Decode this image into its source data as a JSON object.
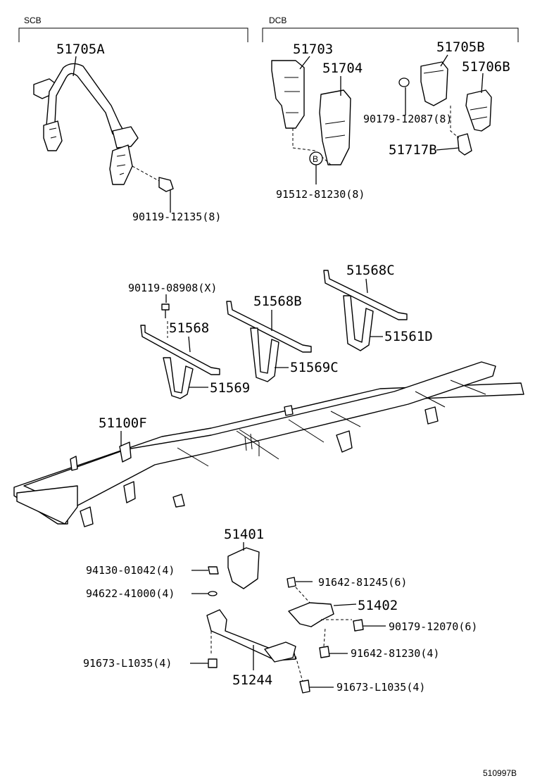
{
  "sections": {
    "left": "SCB",
    "right": "DCB"
  },
  "parts": {
    "p51705A": "51705A",
    "p51703": "51703",
    "p51704": "51704",
    "p51705B": "51705B",
    "p51706B": "51706B",
    "p90179_12087": "90179-12087(8)",
    "p51717B": "51717B",
    "p91512_81230": "91512-81230(8)",
    "p90119_12135": "90119-12135(8)",
    "p90119_08908": "90119-08908(X)",
    "p51568": "51568",
    "p51568B": "51568B",
    "p51568C": "51568C",
    "p51561D": "51561D",
    "p51569C": "51569C",
    "p51569": "51569",
    "p51100F": "51100F",
    "p51401": "51401",
    "p94130_01042": "94130-01042(4)",
    "p94622_41000": "94622-41000(4)",
    "p91642_81245": "91642-81245(6)",
    "p51402": "51402",
    "p90179_12070": "90179-12070(6)",
    "p91642_81230": "91642-81230(4)",
    "p91673_L1035_a": "91673-L1035(4)",
    "p91673_L1035_b": "91673-L1035(4)",
    "p51244": "51244"
  },
  "callout_b": "B",
  "figure_id": "510997B"
}
